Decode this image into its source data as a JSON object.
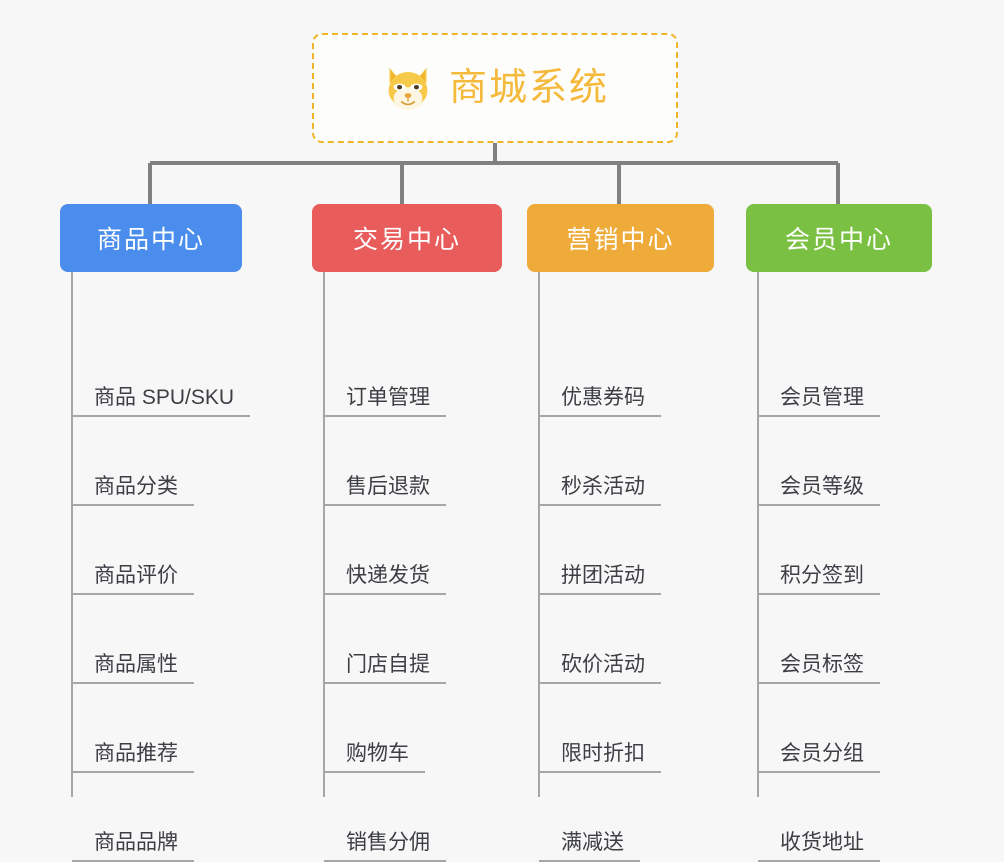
{
  "root": {
    "title": "商城系统",
    "icon": "shiba-dog-icon",
    "border_color": "#f0b429",
    "text_color": "#f5b93c",
    "background": "#fdfdfb"
  },
  "canvas": {
    "background": "#f7f7f7",
    "connector_color": "#808080",
    "leaf_line_color": "#a6a6a6",
    "leaf_text_color": "#3d3f45"
  },
  "branches": [
    {
      "label": "商品中心",
      "color": "#4a8ded",
      "items": [
        "商品 SPU/SKU",
        "商品分类",
        "商品评价",
        "商品属性",
        "商品推荐",
        "商品品牌"
      ]
    },
    {
      "label": "交易中心",
      "color": "#e85c5c",
      "items": [
        "订单管理",
        "售后退款",
        "快递发货",
        "门店自提",
        "购物车",
        "销售分佣"
      ]
    },
    {
      "label": "营销中心",
      "color": "#eeab39",
      "items": [
        "优惠券码",
        "秒杀活动",
        "拼团活动",
        "砍价活动",
        "限时折扣",
        "满减送"
      ]
    },
    {
      "label": "会员中心",
      "color": "#7ac143",
      "items": [
        "会员管理",
        "会员等级",
        "积分签到",
        "会员标签",
        "会员分组",
        "收货地址"
      ]
    }
  ]
}
